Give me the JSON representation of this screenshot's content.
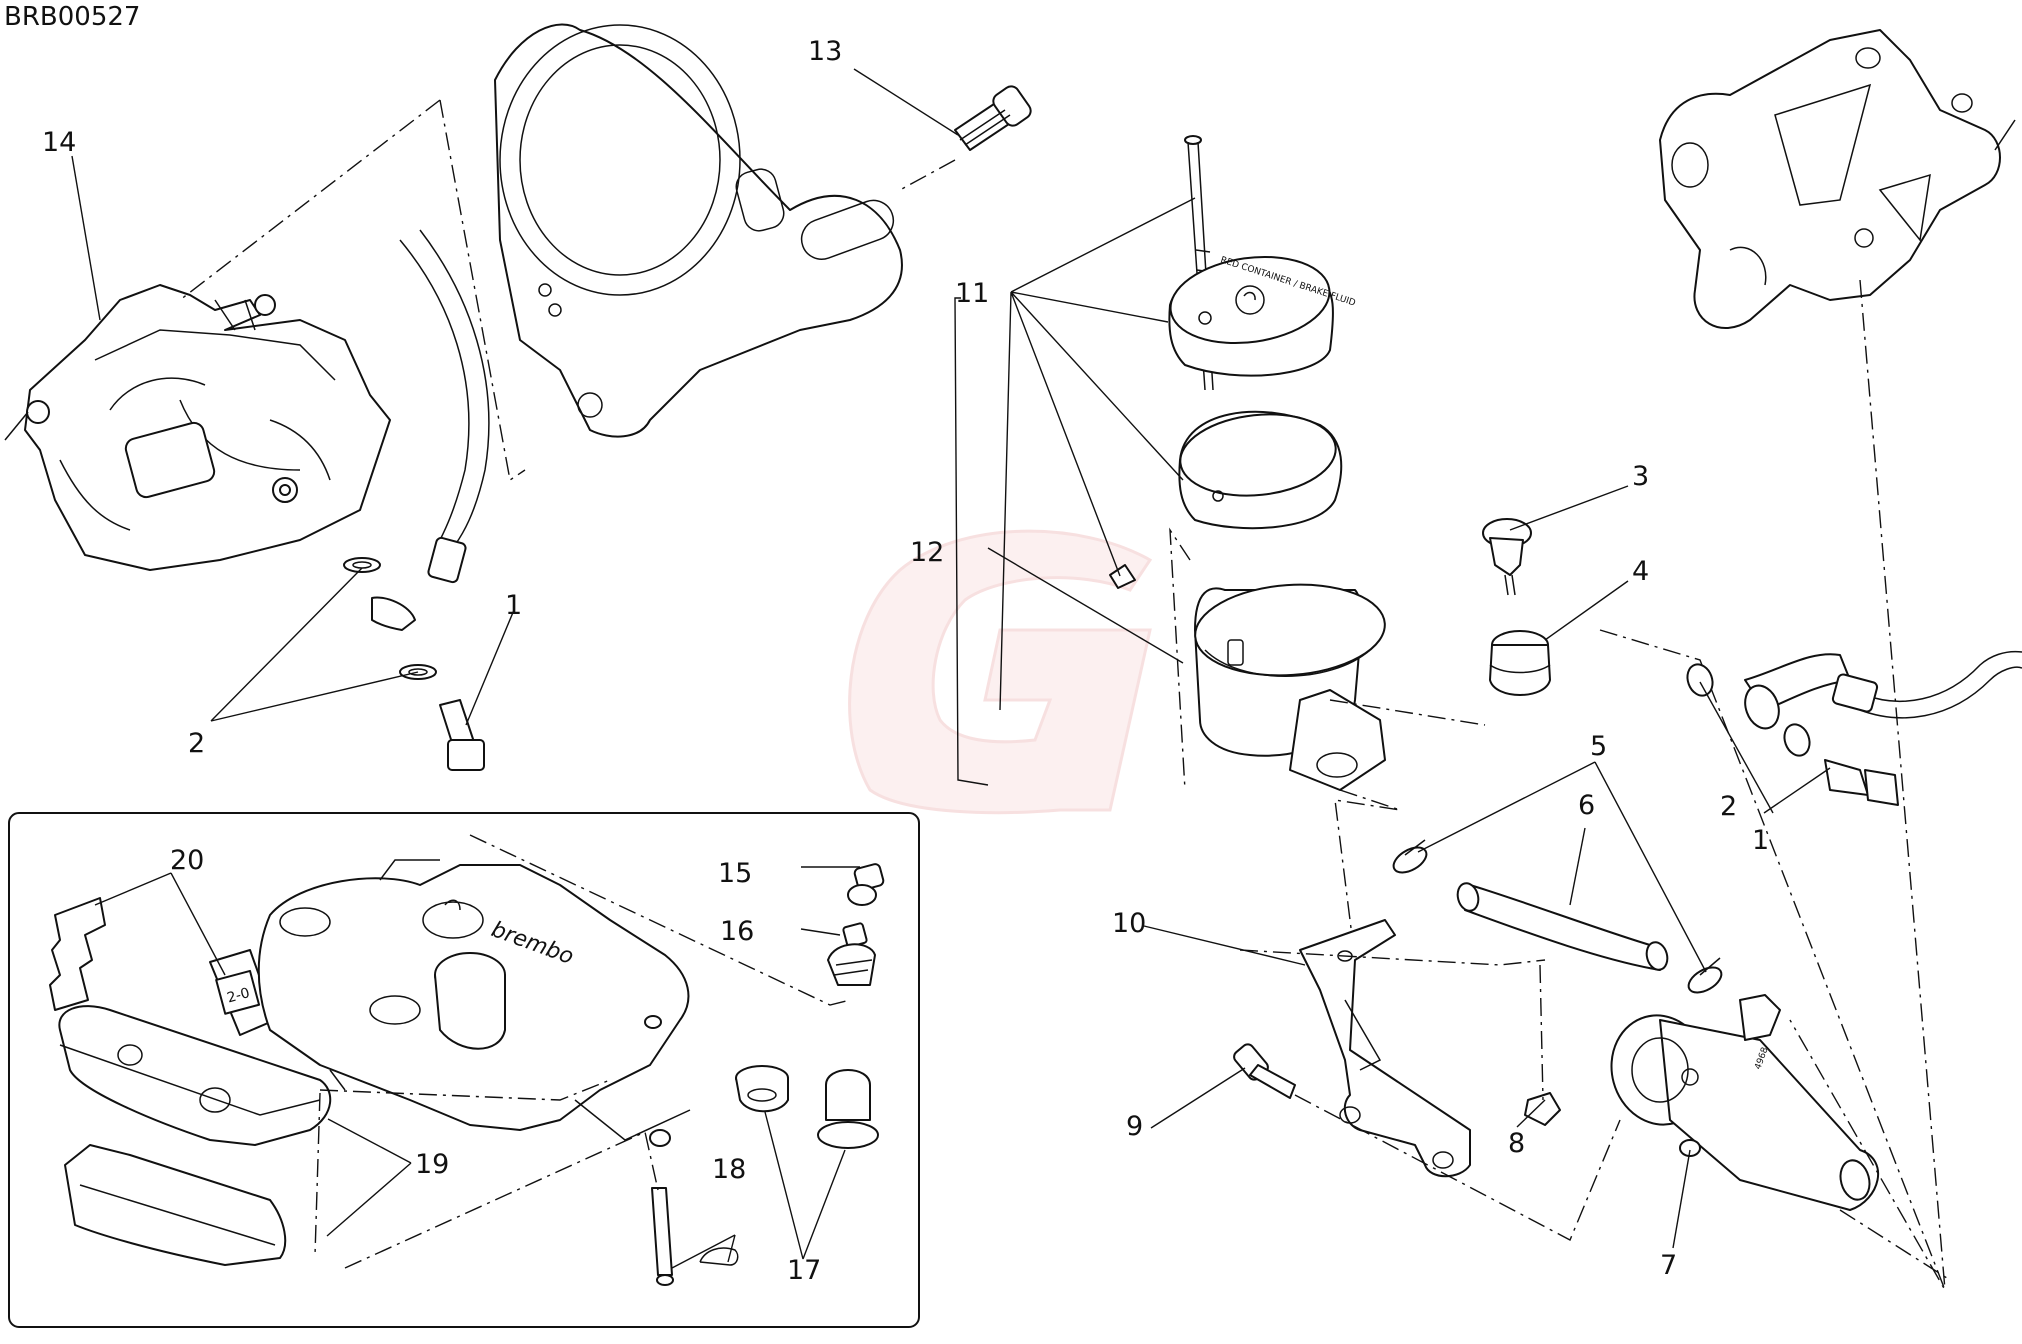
{
  "diagram": {
    "code": "BRB00527",
    "callouts": [
      "1",
      "2",
      "3",
      "4",
      "5",
      "6",
      "7",
      "8",
      "9",
      "10",
      "11",
      "12",
      "13",
      "14",
      "15",
      "16",
      "17",
      "18",
      "19",
      "20",
      "1",
      "2"
    ],
    "reservoir_cap_text": "RED CONTAINER / BRAKE FLUID",
    "caliper_brand": "brembo",
    "pad_marking": "2-0",
    "cylinder_marking": "4968",
    "watermark_letter": "G",
    "watermark_color": "#e8a0a0",
    "line_color": "#111111"
  }
}
